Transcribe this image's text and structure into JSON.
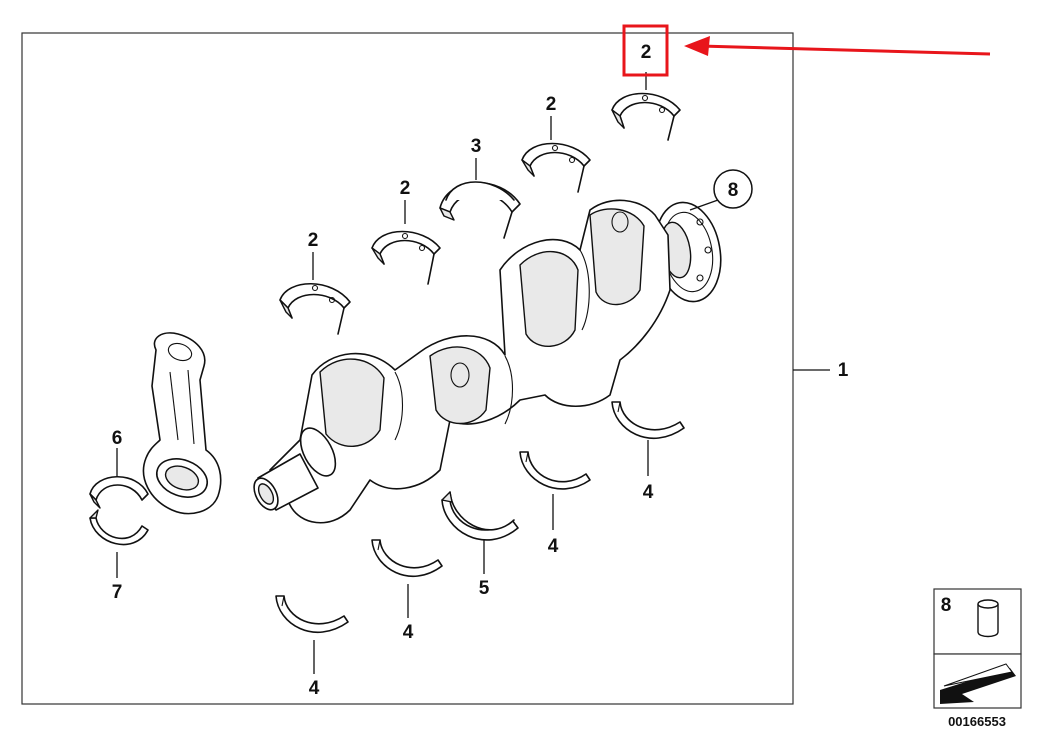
{
  "callouts": {
    "c1": "1",
    "c2_top": "2",
    "c2_a": "2",
    "c2_b": "2",
    "c2_c": "2",
    "c3": "3",
    "c4_a": "4",
    "c4_b": "4",
    "c4_c": "4",
    "c4_d": "4",
    "c5": "5",
    "c6": "6",
    "c7": "7",
    "c8": "8"
  },
  "legend": {
    "item_number": "8",
    "drawing_number": "00166553"
  },
  "colors": {
    "highlight": "#e8151b",
    "line": "#111111",
    "shade": "#e9e9e9"
  },
  "icons": [
    "bearing-shell-icon",
    "crankshaft-icon",
    "connecting-rod-icon",
    "dowel-pin-icon",
    "arrow-icon"
  ]
}
